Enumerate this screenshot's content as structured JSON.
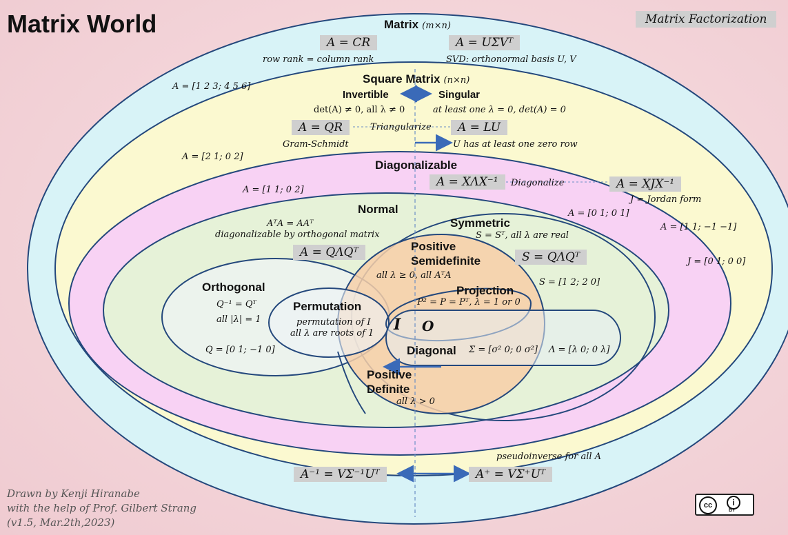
{
  "title": "Matrix World",
  "top_right_label": "Matrix Factorization",
  "matrix": {
    "heading": "Matrix",
    "dims": "(m×n)",
    "cr": "A = CR",
    "cr_caption": "row rank = column rank",
    "svd": "A = UΣVᵀ",
    "svd_caption": "SVD:  orthonormal basis U, V",
    "example": "A = [1 2 3; 4 5 6]"
  },
  "square": {
    "heading": "Square Matrix",
    "dims": "(n×n)",
    "invertible": "Invertible",
    "singular": "Singular",
    "invertible_caption": "det(A) ≠ 0, all λ ≠ 0",
    "singular_caption": "at least one λ = 0, det(A)  =  0",
    "qr": "A = QR",
    "triangularize": "Triangularize",
    "lu": "A = LU",
    "gram_schmidt": "Gram-Schmidt",
    "lu_caption": "U has at least one  zero row",
    "example": "A = [2 1; 0 2]"
  },
  "diagonalizable": {
    "heading": "Diagonalizable",
    "xlx": "A = XΛX⁻¹",
    "diagonalize": "Diagonalize",
    "jordan": "A = XJX⁻¹",
    "jordan_caption": "J = Jordan form",
    "example": "A = [1 1; 0 2]",
    "example_right": "A = [0 1; 0 1]",
    "example_outer": "A = [1 1; −1 −1]",
    "example_j": "J = [0 1; 0 0]"
  },
  "normal": {
    "heading": "Normal",
    "def": "AᵀA = AAᵀ",
    "caption": "diagonalizable by orthogonal matrix",
    "qlq": "A = QΛQᵀ"
  },
  "symmetric": {
    "heading": "Symmetric",
    "caption": "S = Sᵀ, all λ are real",
    "sqls": "S = QΛQᵀ",
    "example": "S = [1 2; 2 0]"
  },
  "psd": {
    "heading_1": "Positive",
    "heading_2": "Semidefinite",
    "caption": "all λ ≥ 0, all AᵀA"
  },
  "projection": {
    "heading": "Projection",
    "caption": "P² = P = Pᵀ, λ = 1 or 0"
  },
  "orthogonal": {
    "heading": "Orthogonal",
    "def": "Q⁻¹ = Qᵀ",
    "caption": "all  |λ| = 1",
    "example": "Q = [0 1; −1 0]"
  },
  "permutation": {
    "heading": "Permutation",
    "caption_1": "permutation of I",
    "caption_2": "all  λ are roots of 1"
  },
  "identity": "I",
  "zero": "O",
  "diagonal": {
    "heading": "Diagonal",
    "sigma": "Σ = [σ² 0; 0 σ²]",
    "lambda": "Λ = [λ 0; 0 λ]"
  },
  "pd": {
    "heading_1": "Positive",
    "heading_2": "Definite",
    "caption": "all λ > 0"
  },
  "pseudo": {
    "caption": "pseudoinverse for all A",
    "inverse": "A⁻¹ = VΣ⁻¹Uᵀ",
    "plus": "A⁺ = VΣ⁺Uᵀ"
  },
  "credits": {
    "line1": "Drawn by Kenji Hiranabe",
    "line2": "with the help of Prof. Gilbert Strang",
    "line3": "(v1.5, Mar.2th,2023)"
  },
  "license": {
    "cc": "cc",
    "by": "BY"
  },
  "colors": {
    "matrix_fill": "#d8f3f7",
    "square_fill": "#fbf9d0",
    "diag_fill": "#f8d2f4",
    "normal_fill": "#e6f2d8",
    "psd_fill": "#f7cfa8",
    "stroke": "#24487c",
    "arrow": "#3a6ab8",
    "box": "#cfcfcf"
  }
}
